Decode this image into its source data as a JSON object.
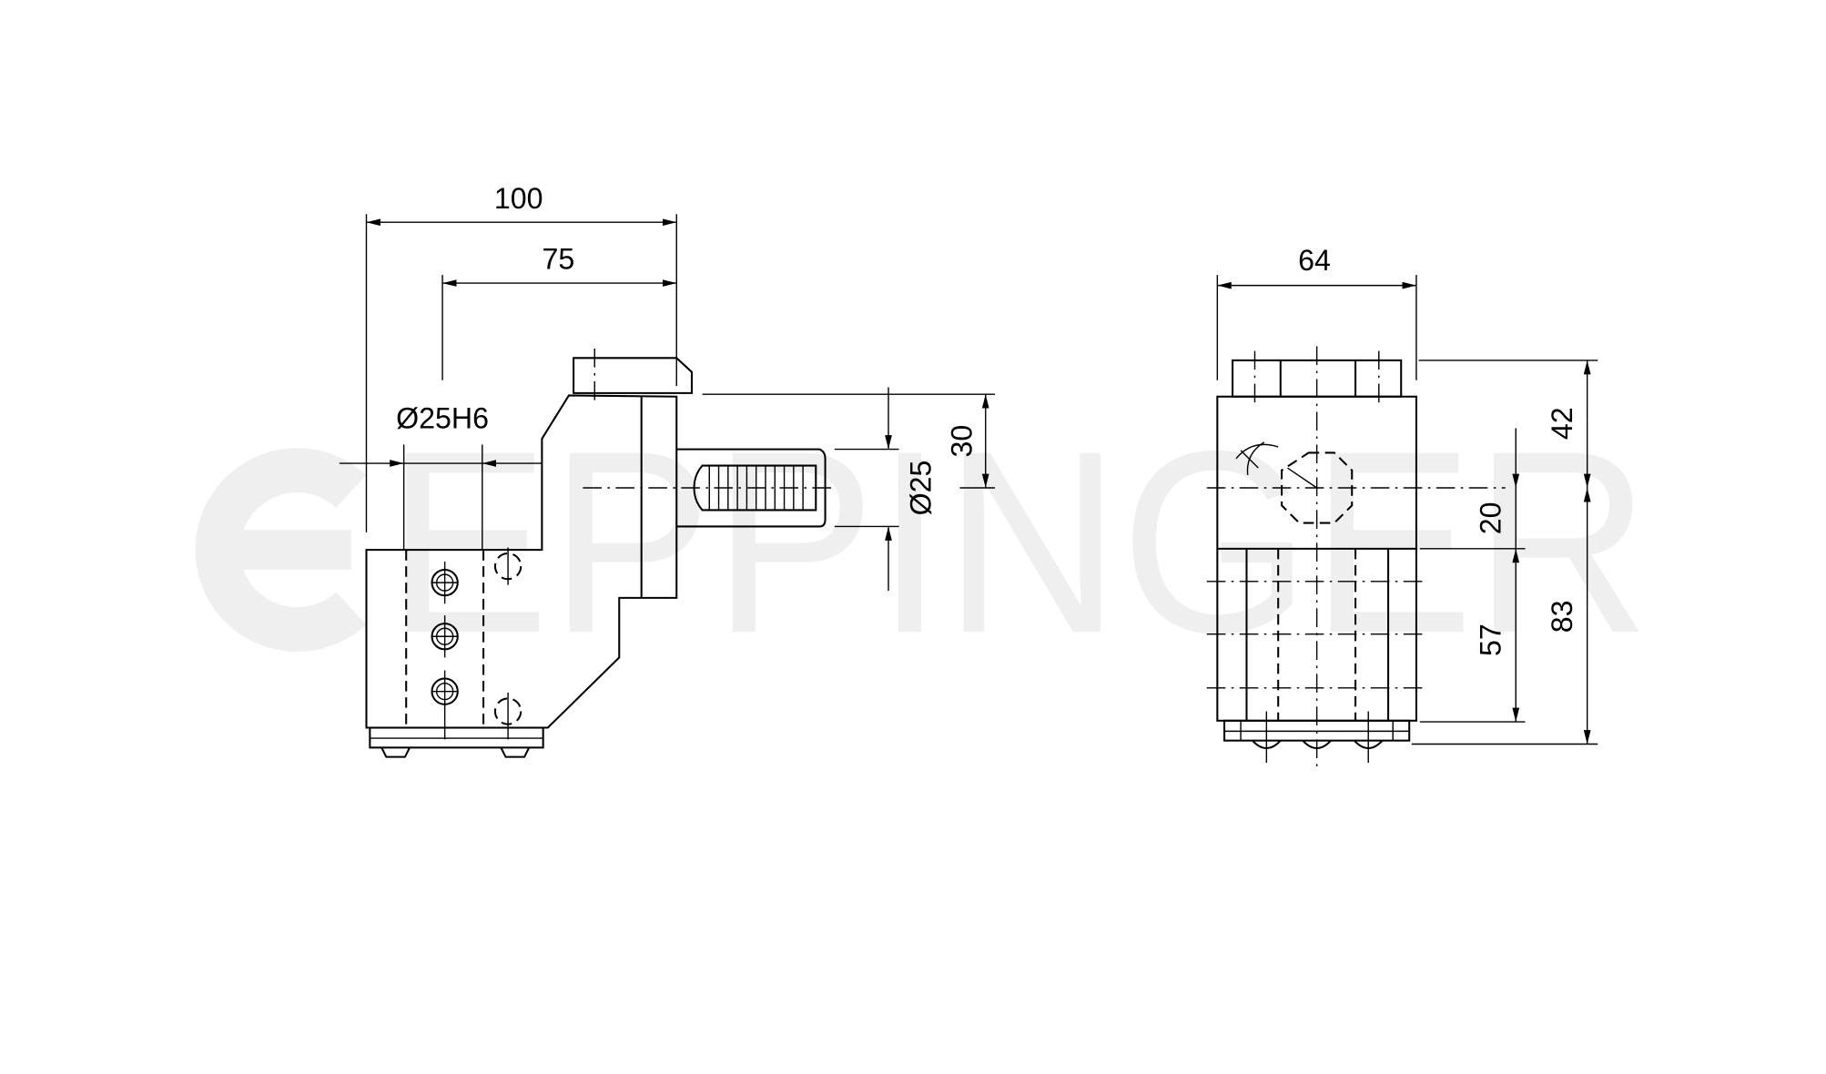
{
  "watermark": {
    "text": "EPPINGER",
    "color": "#efefef"
  },
  "side_view": {
    "dims": {
      "overall_length": "100",
      "flange_to_bore": "75",
      "bore_diameter": "Ø25H6",
      "shaft_diameter": "Ø25",
      "shaft_height": "30"
    }
  },
  "front_view": {
    "dims": {
      "width": "64",
      "top_to_center": "42",
      "center_offset": "20",
      "block_height": "57",
      "center_to_base": "83"
    }
  },
  "colors": {
    "line": "#000000",
    "background": "#ffffff"
  }
}
